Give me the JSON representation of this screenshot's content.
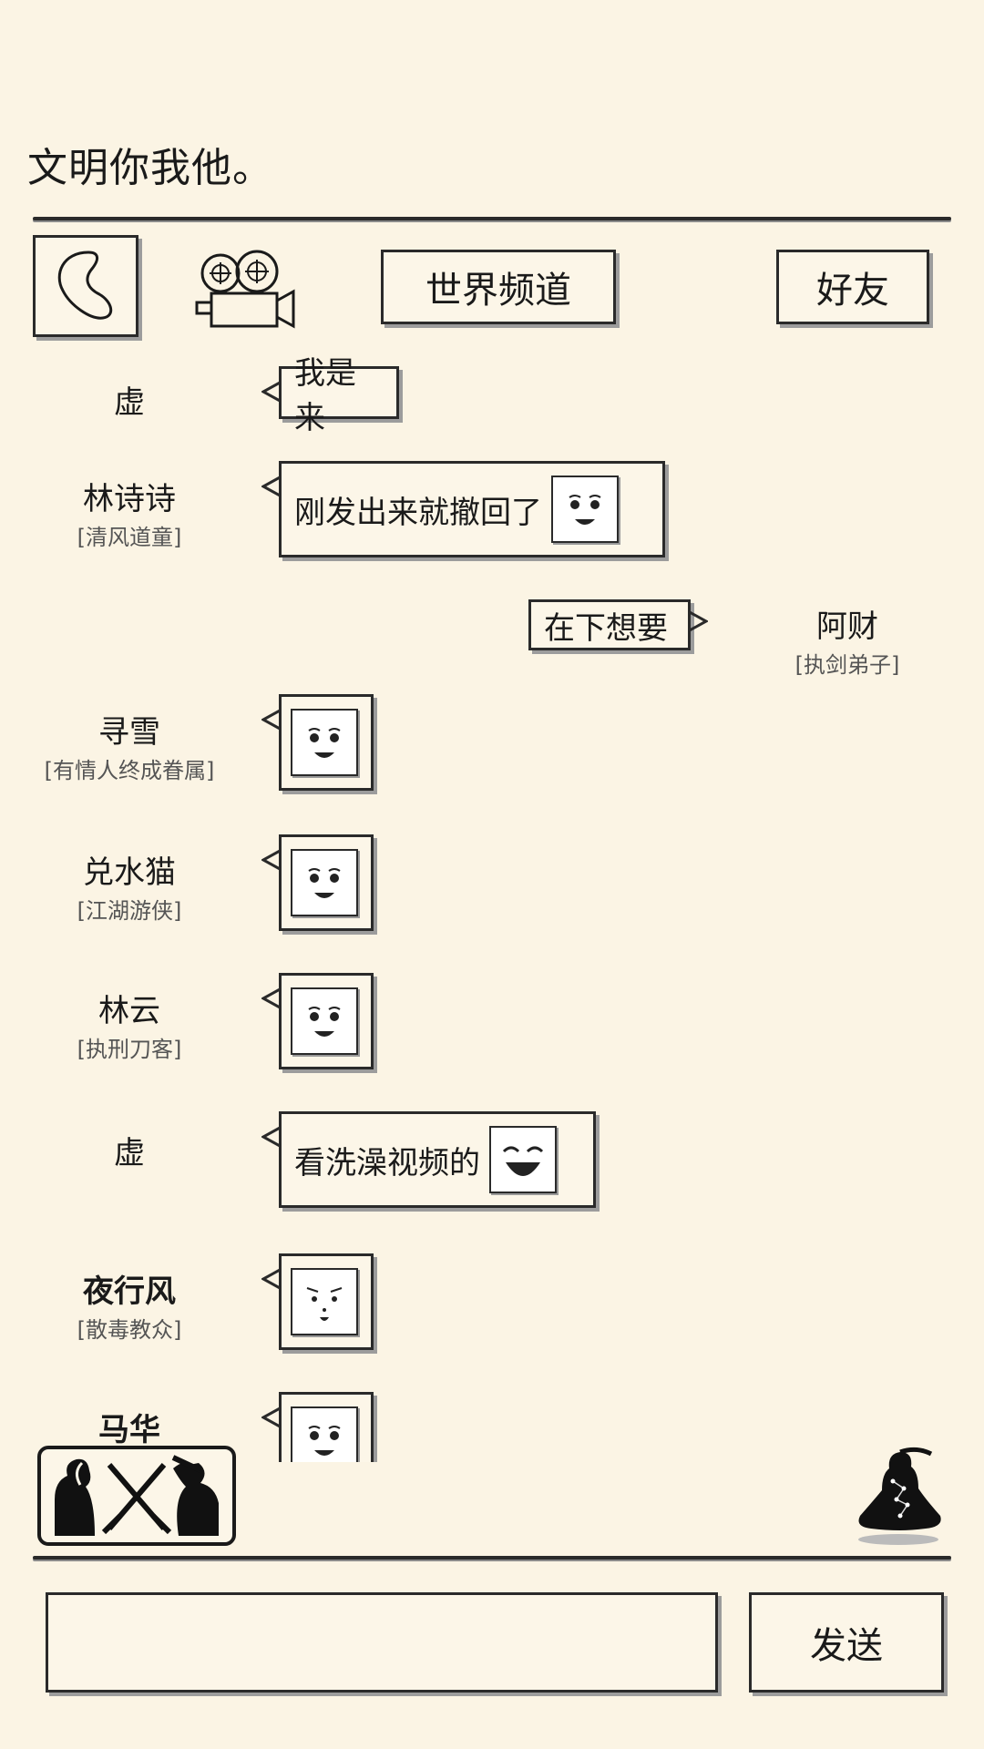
{
  "notice": "文明你我他。",
  "toolbar": {
    "back_icon": "back-icon",
    "camera_icon": "camera-icon",
    "channel_label": "世界频道",
    "friends_label": "好友"
  },
  "messages": [
    {
      "name": "虚",
      "title": "",
      "text": "我是来",
      "emoji": "",
      "side": "left"
    },
    {
      "name": "林诗诗",
      "title": "[清风道童]",
      "text": "刚发出来就撤回了",
      "emoji": "face-happy",
      "side": "left"
    },
    {
      "name": "阿财",
      "title": "[执剑弟子]",
      "text": "在下想要",
      "emoji": "",
      "side": "right"
    },
    {
      "name": "寻雪",
      "title": "[有情人终成眷属]",
      "text": "",
      "emoji": "face-happy",
      "side": "left"
    },
    {
      "name": "兑水猫",
      "title": "[江湖游侠]",
      "text": "",
      "emoji": "face-happy",
      "side": "left"
    },
    {
      "name": "林云",
      "title": "[执刑刀客]",
      "text": "",
      "emoji": "face-happy",
      "side": "left"
    },
    {
      "name": "虚",
      "title": "",
      "text": "看洗澡视频的",
      "emoji": "face-laugh",
      "side": "left"
    },
    {
      "name": "夜行风",
      "title": "[散毒教众]",
      "text": "",
      "emoji": "face-annoyed",
      "side": "left"
    },
    {
      "name": "马华",
      "title": "",
      "text": "",
      "emoji": "face-happy",
      "side": "left"
    }
  ],
  "duel_icon": "duel-icon",
  "meditation_icon": "meditation-icon",
  "composer": {
    "input_value": "",
    "send_label": "发送"
  }
}
